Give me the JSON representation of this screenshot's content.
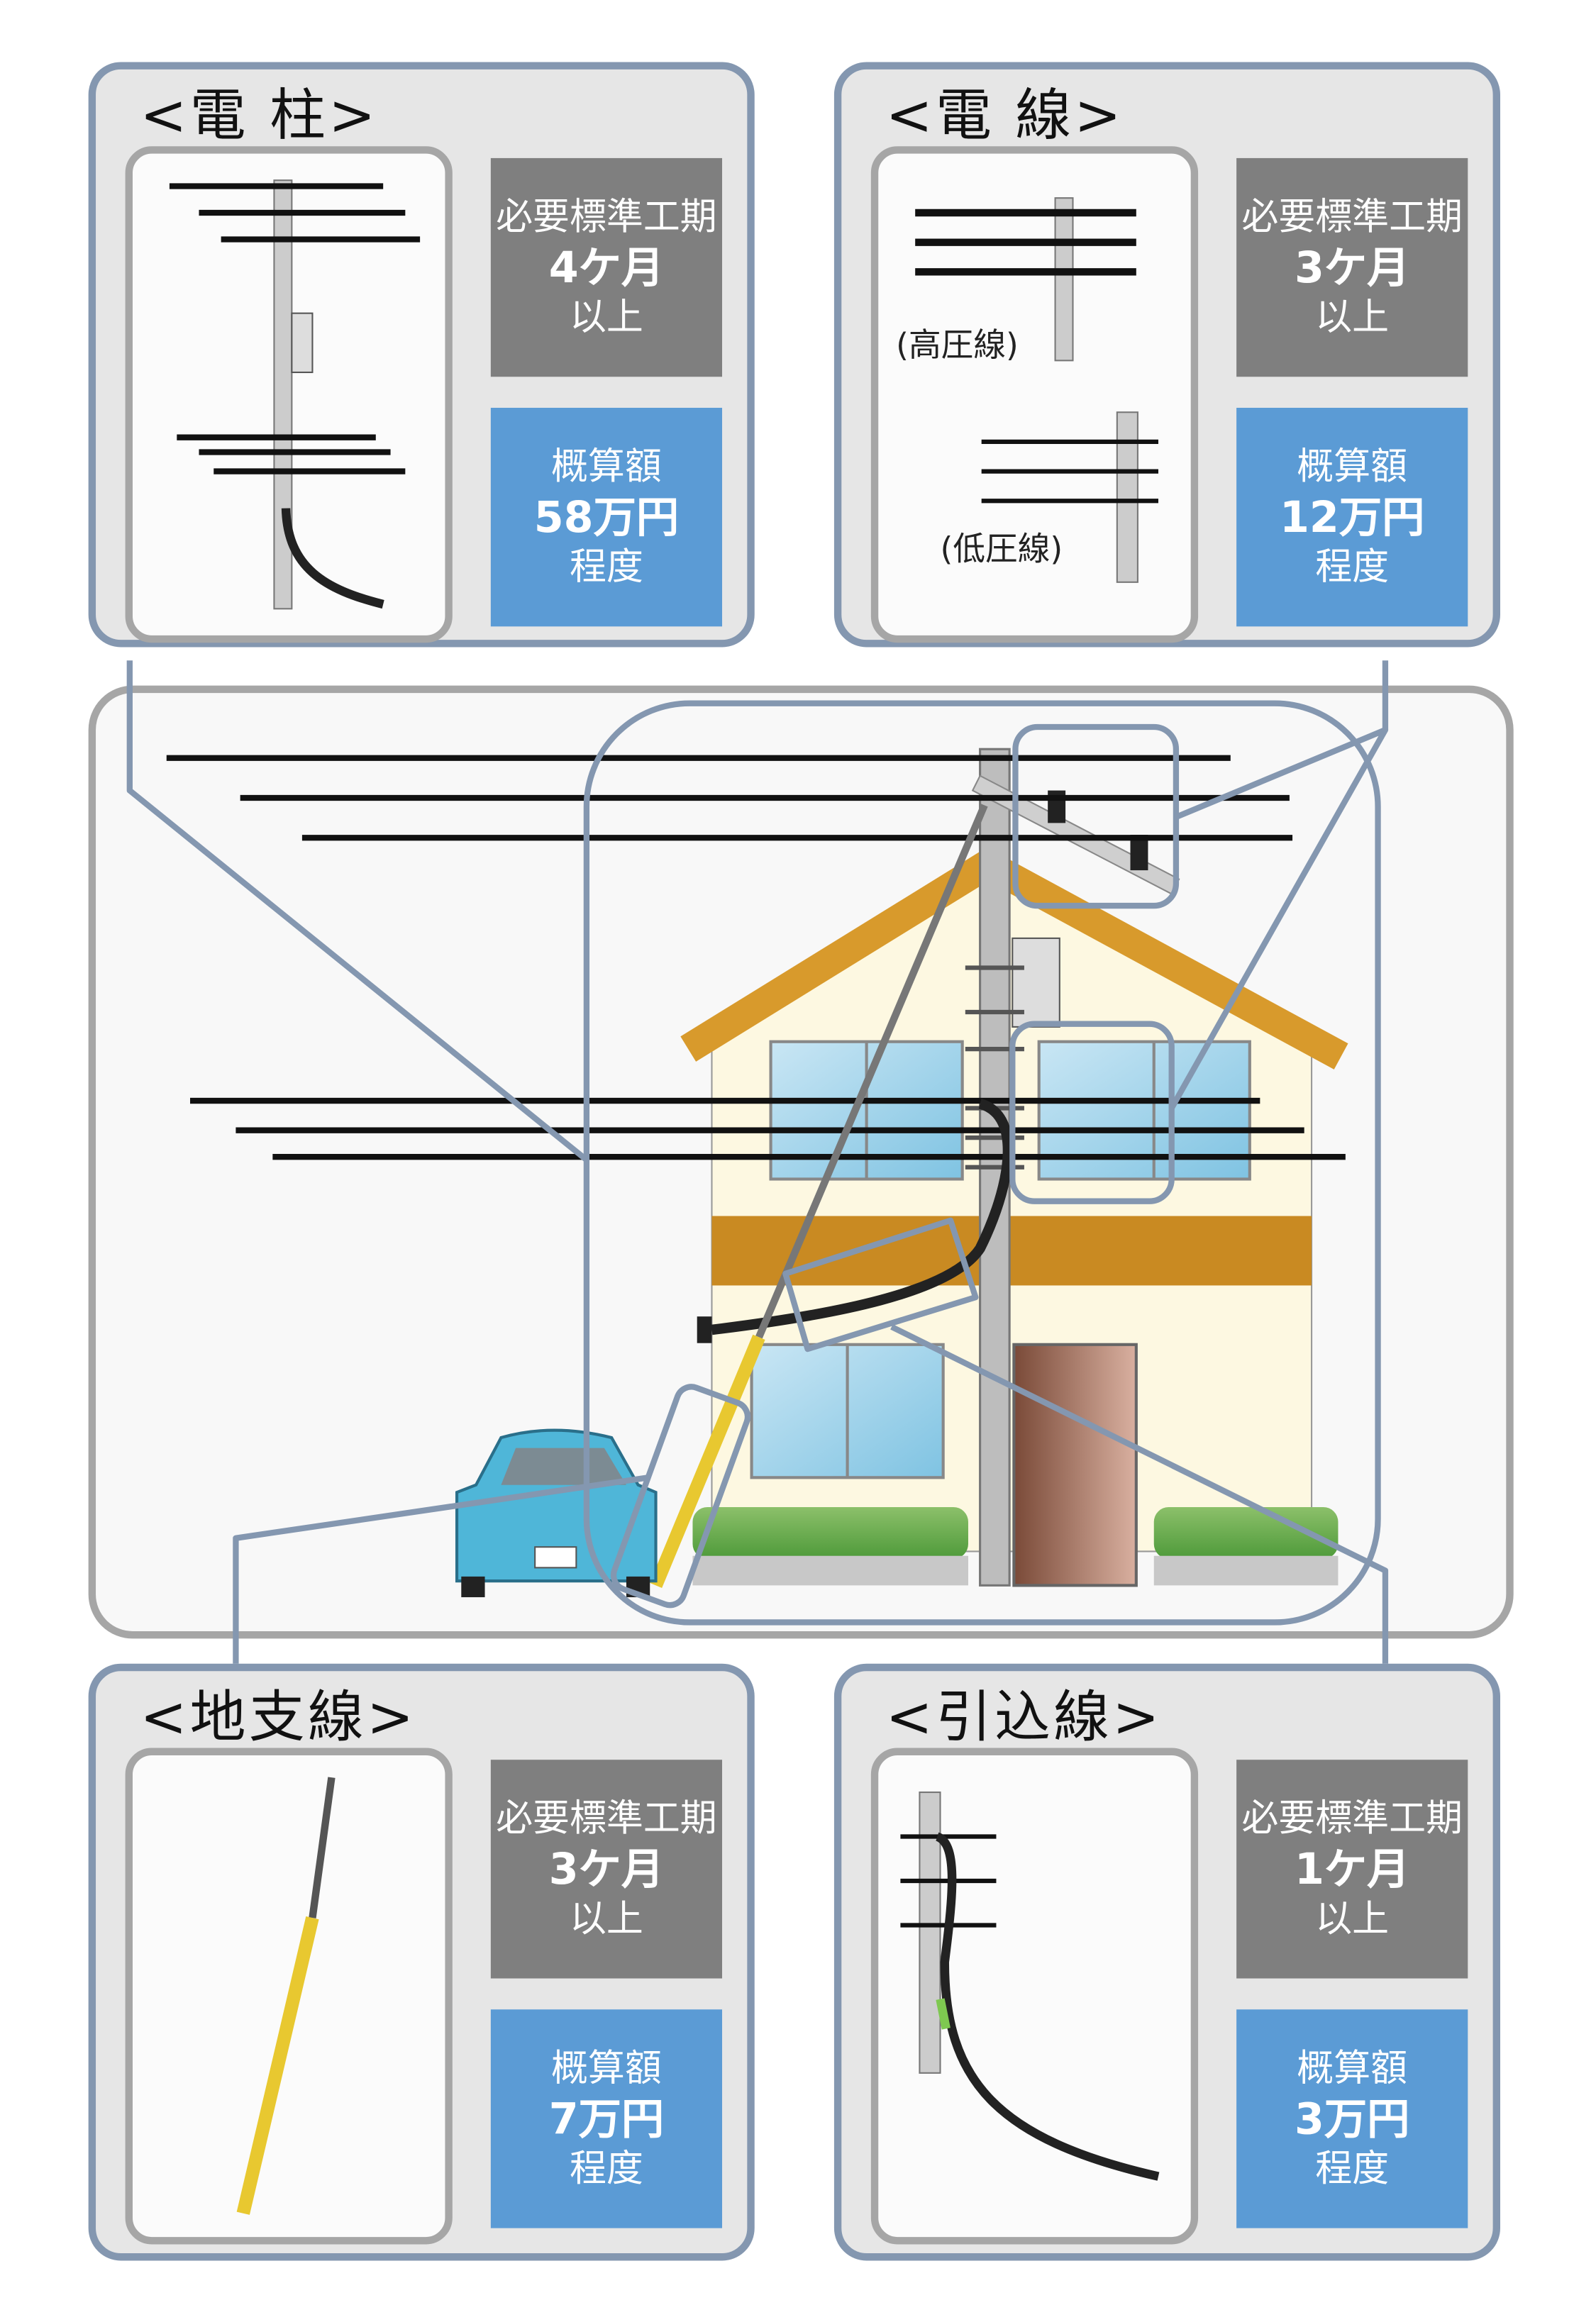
{
  "panels": {
    "pole": {
      "title": "<電 柱>",
      "period_label": "必要標準工期",
      "period_value": "4ケ月",
      "period_suffix": "以上",
      "cost_label": "概算額",
      "cost_value": "58万円",
      "cost_suffix": "程度"
    },
    "wire": {
      "title": "<電 線>",
      "period_label": "必要標準工期",
      "period_value": "3ケ月",
      "period_suffix": "以上",
      "cost_label": "概算額",
      "cost_value": "12万円",
      "cost_suffix": "程度",
      "high_voltage_label": "(高圧線)",
      "low_voltage_label": "(低圧線)"
    },
    "stay": {
      "title": "<地支線>",
      "period_label": "必要標準工期",
      "period_value": "3ケ月",
      "period_suffix": "以上",
      "cost_label": "概算額",
      "cost_value": "7万円",
      "cost_suffix": "程度"
    },
    "service": {
      "title": "<引込線>",
      "period_label": "必要標準工期",
      "period_value": "1ケ月",
      "period_suffix": "以上",
      "cost_label": "概算額",
      "cost_value": "3万円",
      "cost_suffix": "程度"
    }
  },
  "colors": {
    "frame": "#8497b0",
    "period_box": "#7f7f7f",
    "cost_box": "#5b9bd5",
    "panel_bg": "#e6e6e6"
  }
}
